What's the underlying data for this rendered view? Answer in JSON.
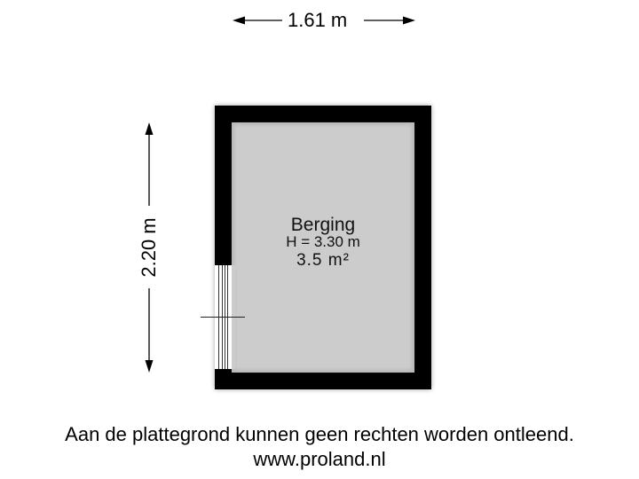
{
  "floorplan": {
    "dimensions": {
      "width_label": "1.61 m",
      "height_label": "2.20 m"
    },
    "room": {
      "name": "Berging",
      "height": "H = 3.30 m",
      "area": "3.5 m²",
      "floor_color": "#cccccc",
      "wall_color": "#000000"
    }
  },
  "footer": {
    "disclaimer": "Aan de plattegrond kunnen geen rechten worden ontleend.",
    "website": "www.proland.nl"
  }
}
